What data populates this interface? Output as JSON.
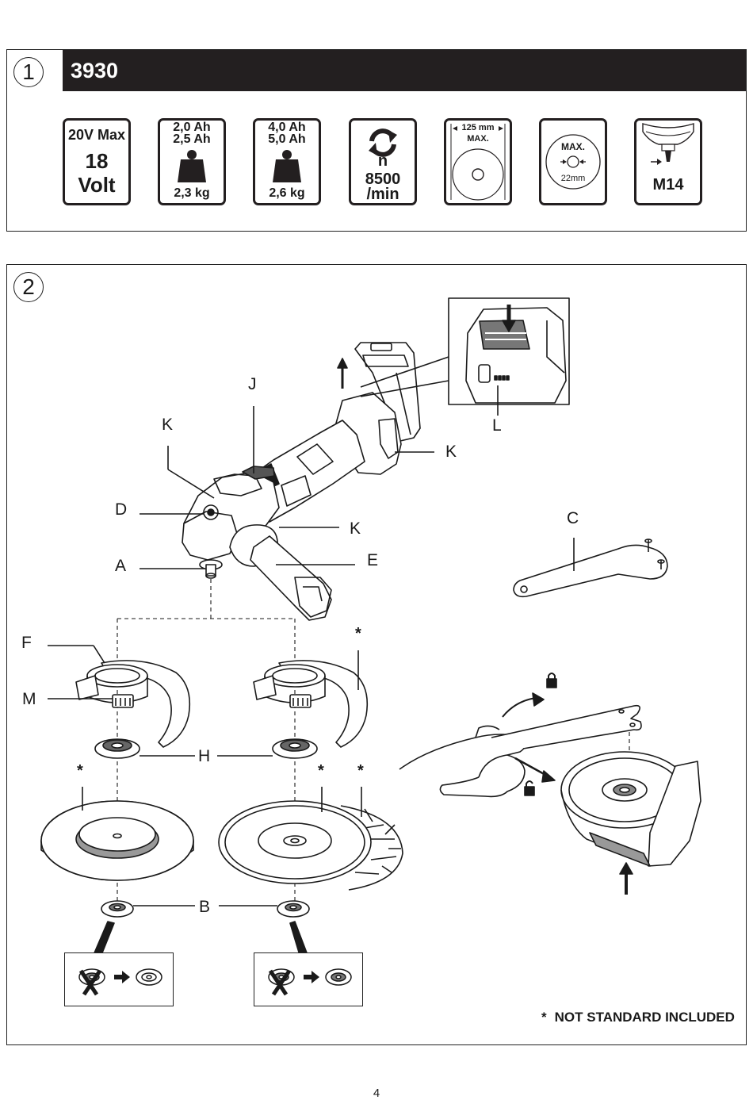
{
  "section1": {
    "number": "1",
    "model": "3930",
    "specs": {
      "voltage_top": "20V Max",
      "voltage_mid": "18",
      "voltage_bot": "Volt",
      "batt1_ah_a": "2,0 Ah",
      "batt1_ah_b": "2,5 Ah",
      "batt1_weight": "2,3 kg",
      "batt2_ah_a": "4,0 Ah",
      "batt2_ah_b": "5,0 Ah",
      "batt2_weight": "2,6 kg",
      "speed_n": "n",
      "speed_val": "8500",
      "speed_unit": "/min",
      "disc_size": "125 mm",
      "disc_max": "MAX.",
      "bore_max": "MAX.",
      "bore_size": "22mm",
      "spindle": "M14"
    }
  },
  "section2": {
    "number": "2",
    "labels": {
      "J": "J",
      "K1": "K",
      "K2": "K",
      "K3": "K",
      "L": "L",
      "D": "D",
      "A": "A",
      "E": "E",
      "C": "C",
      "F": "F",
      "M": "M",
      "H": "H",
      "B": "B"
    },
    "asterisk": "*",
    "note": "NOT STANDARD INCLUDED"
  },
  "page_number": "4"
}
